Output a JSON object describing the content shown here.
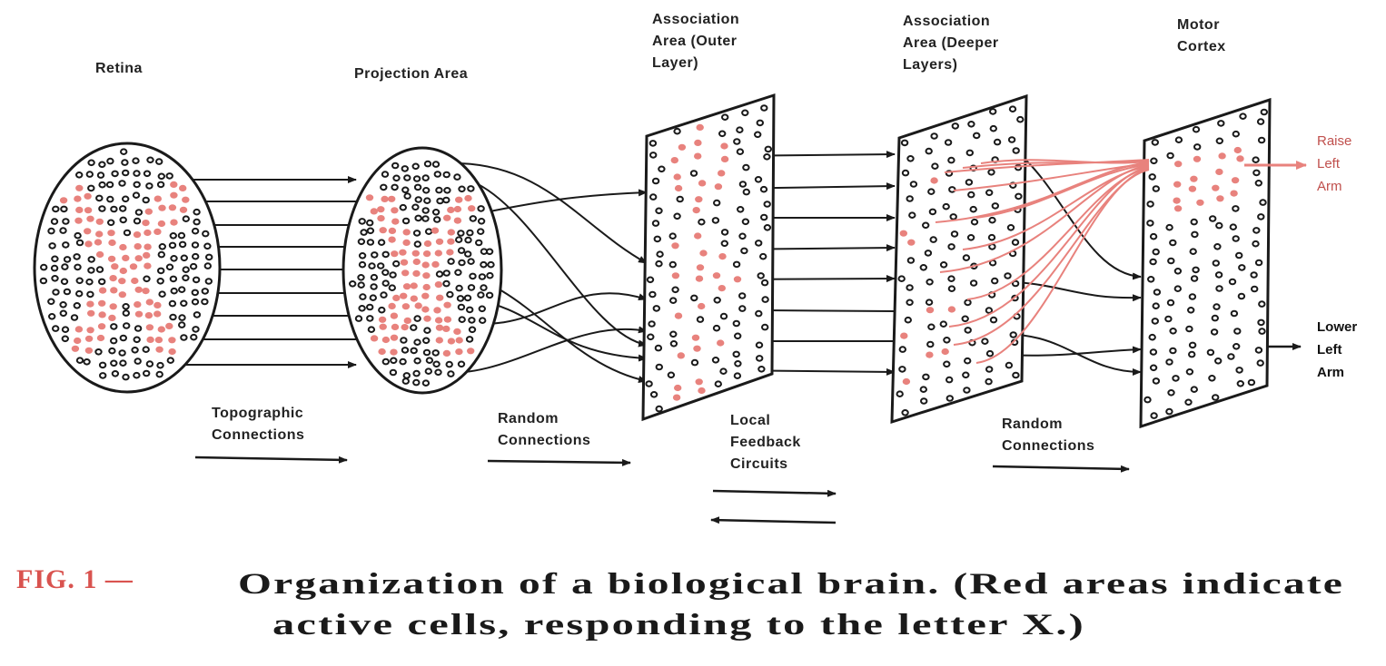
{
  "layers": {
    "retina": "Retina",
    "projection": "Projection Area",
    "assoc_outer": [
      "Association",
      "Area (Outer",
      "Layer)"
    ],
    "assoc_deeper": [
      "Association",
      "Area (Deeper",
      "Layers)"
    ],
    "motor": [
      "Motor",
      "Cortex"
    ]
  },
  "connections": {
    "topographic": [
      "Topographic",
      "Connections"
    ],
    "random1": [
      "Random",
      "Connections"
    ],
    "feedback": [
      "Local",
      "Feedback",
      "Circuits"
    ],
    "random2": [
      "Random",
      "Connections"
    ]
  },
  "outputs": {
    "raise": [
      "Raise",
      "Left",
      "Arm"
    ],
    "lower": [
      "Lower",
      "Left",
      "Arm"
    ]
  },
  "caption": {
    "fig": "FIG. 1 —",
    "line1": "Organization of a biological brain. (Red areas indicate",
    "line2": "active cells, responding to the letter X.)"
  },
  "colors": {
    "active": "#e8827d",
    "ink": "#1a1a1a",
    "fig_red": "#d9534f",
    "output_red": "#c0504d"
  }
}
